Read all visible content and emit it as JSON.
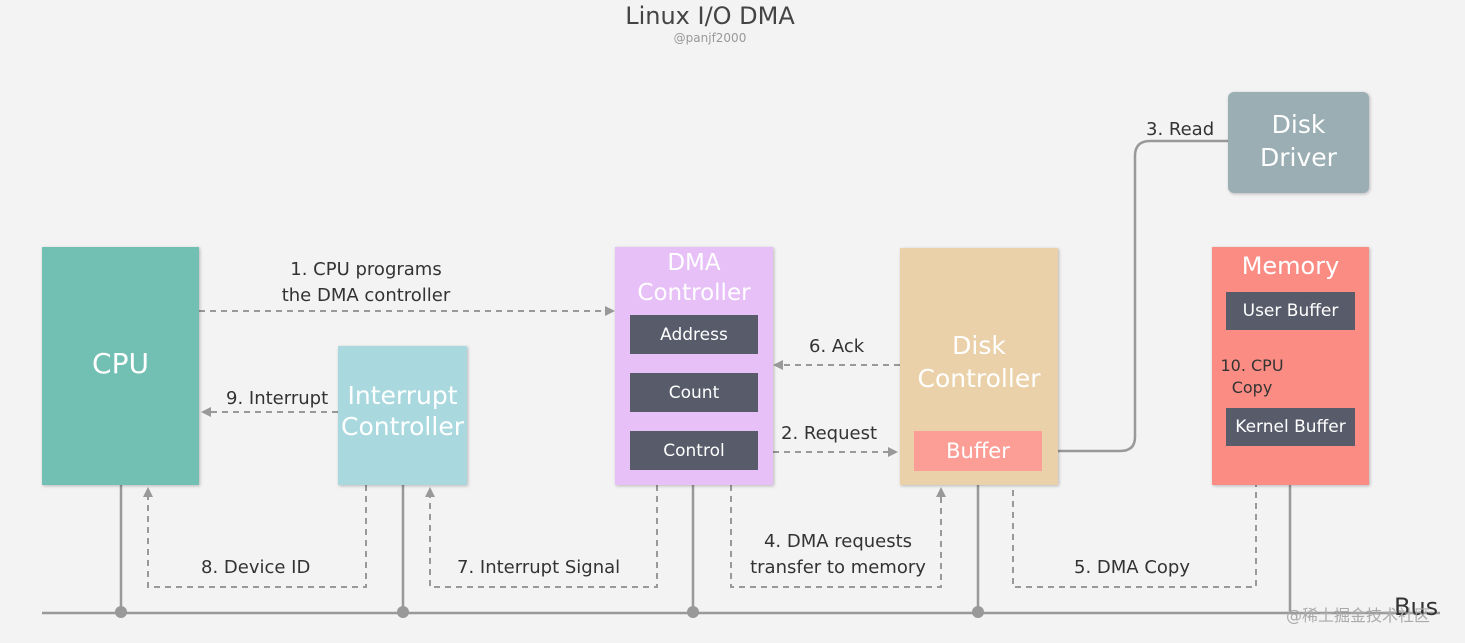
{
  "diagram": {
    "title": "Linux I/O DMA",
    "subtitle": "@panjf2000",
    "bus_label": "Bus",
    "watermark": "@稀土掘金技术社区"
  },
  "nodes": {
    "cpu": {
      "label": "CPU",
      "color": "#72bfb4"
    },
    "interrupt_controller": {
      "line1": "Interrupt",
      "line2": "Controller",
      "color": "#a9d9de"
    },
    "dma_controller": {
      "line1": "DMA",
      "line2": "Controller",
      "color": "#e7c0f7",
      "registers": [
        "Address",
        "Count",
        "Control"
      ],
      "register_color": "#585c6a"
    },
    "disk_controller": {
      "line1": "Disk",
      "line2": "Controller",
      "color": "#ead1a9",
      "buffer": "Buffer",
      "buffer_color": "#fc9e96"
    },
    "disk_driver": {
      "line1": "Disk",
      "line2": "Driver",
      "color": "#9aaeb3"
    },
    "memory": {
      "label": "Memory",
      "color": "#fa8c84",
      "user_buffer": "User Buffer",
      "kernel_buffer": "Kernel Buffer"
    }
  },
  "edges": {
    "e1": {
      "line1": "1. CPU programs",
      "line2": "the DMA controller"
    },
    "e2": "2. Request",
    "e3": "3. Read",
    "e4": {
      "line1": "4.  DMA requests",
      "line2": "transfer to memory"
    },
    "e5": "5. DMA Copy",
    "e6": "6. Ack",
    "e7": "7. Interrupt Signal",
    "e8": "8. Device ID",
    "e9": "9. Interrupt",
    "e10": {
      "line1": "10. CPU",
      "line2": "Copy"
    }
  }
}
